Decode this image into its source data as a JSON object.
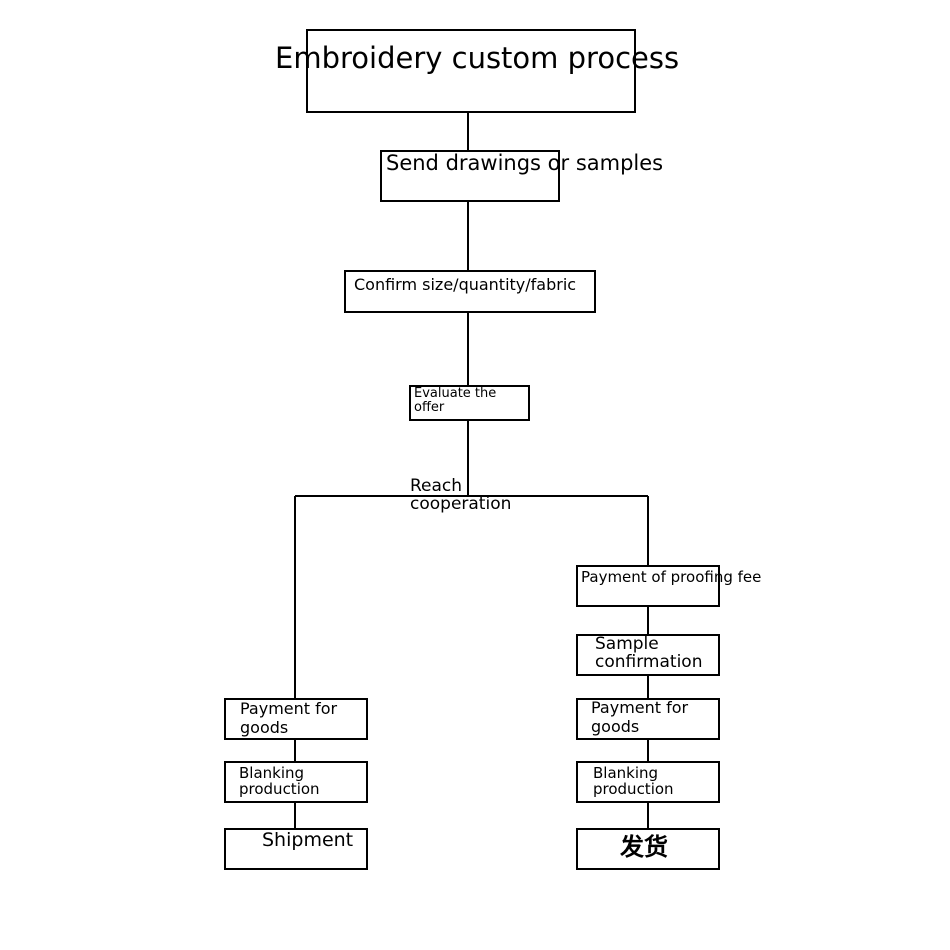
{
  "diagram": {
    "title": "Embroidery custom process",
    "steps": {
      "send_drawings": "Send drawings or samples",
      "confirm_size": "Confirm size/quantity/fabric",
      "evaluate_offer_line1": "Evaluate the",
      "evaluate_offer_line2": "offer",
      "reach_cooperation_line1": "Reach",
      "reach_cooperation_line2": "cooperation"
    },
    "left_branch": {
      "payment_line1": "Payment for",
      "payment_line2": "goods",
      "blanking_line1": "Blanking",
      "blanking_line2": "production",
      "shipment": "Shipment"
    },
    "right_branch": {
      "proofing_fee": "Payment of proofing fee",
      "sample_line1": "Sample",
      "sample_line2": "confirmation",
      "payment_line1": "Payment for",
      "payment_line2": "goods",
      "blanking_line1": "Blanking",
      "blanking_line2": "production",
      "shipment": "发货"
    }
  }
}
